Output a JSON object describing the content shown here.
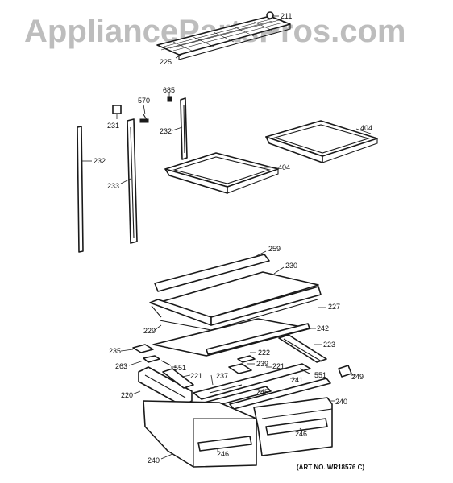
{
  "watermark": "AppliancePartsPros.com",
  "art_number": "(ART NO. WR18576 C)",
  "labels": {
    "p211": "211",
    "p225": "225",
    "p685": "685",
    "p570": "570",
    "p231": "231",
    "p232a": "232",
    "p232b": "232",
    "p233": "233",
    "p404a": "404",
    "p404b": "404",
    "p259": "259",
    "p230": "230",
    "p227": "227",
    "p229": "229",
    "p242": "242",
    "p235": "235",
    "p223": "223",
    "p222": "222",
    "p239": "239",
    "p221a": "221",
    "p221b": "221",
    "p263": "263",
    "p551a": "551",
    "p551b": "551",
    "p237": "237",
    "p241": "241",
    "p249": "249",
    "p220": "220",
    "p245": "245",
    "p240a": "240",
    "p240b": "240",
    "p246a": "246",
    "p246b": "246"
  }
}
